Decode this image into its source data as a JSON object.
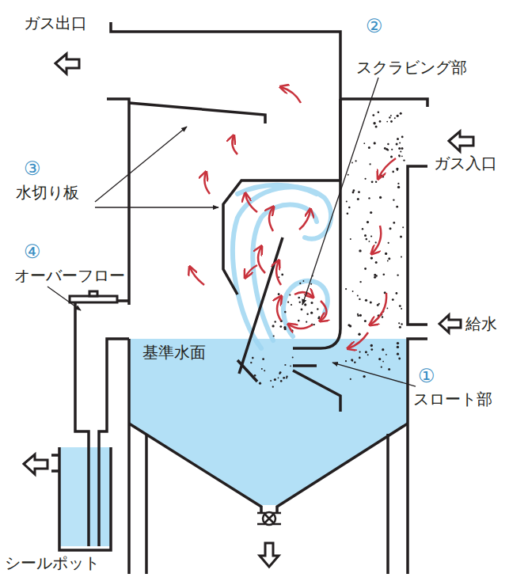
{
  "diagram": {
    "labels": [
      "ガス出口",
      "②",
      "スクラビング部",
      "ガス入口",
      "③",
      "水切り板",
      "④",
      "オーバーフロー",
      "給水",
      "基準水面",
      "①",
      "スロート部",
      "シールポット"
    ]
  }
}
